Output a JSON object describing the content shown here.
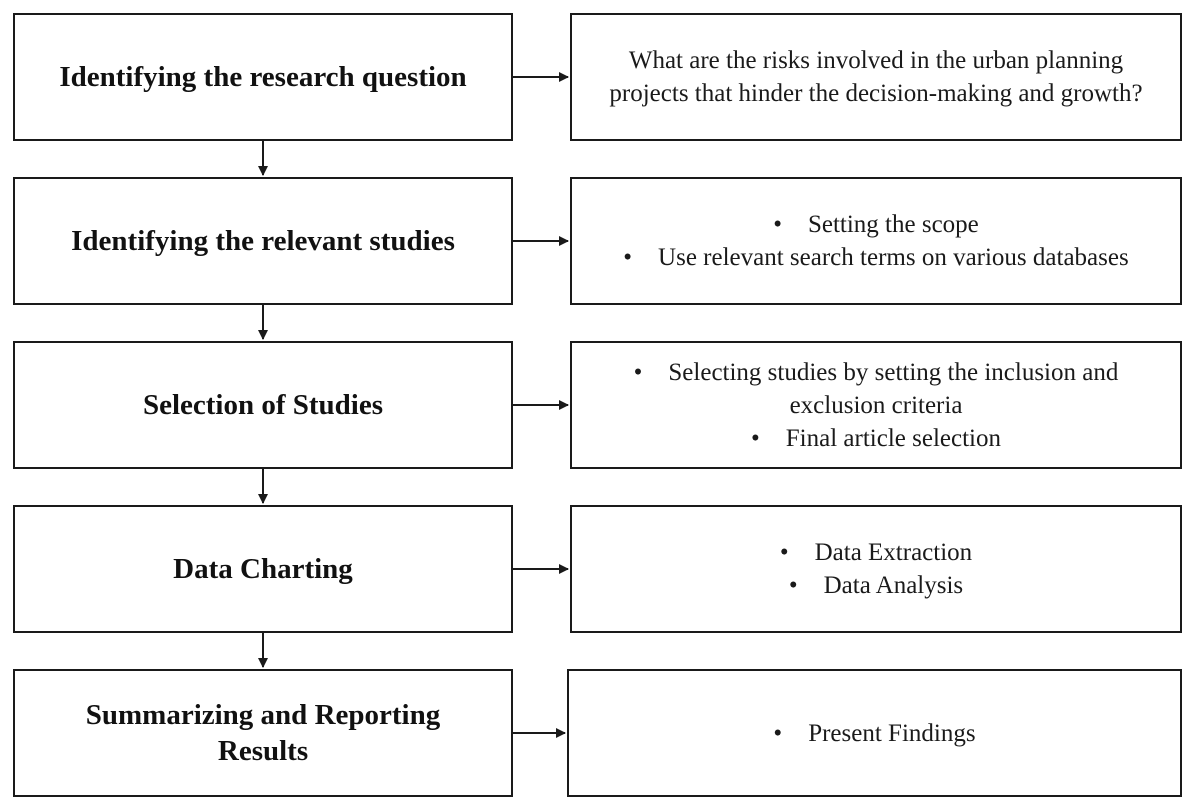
{
  "steps": [
    {
      "title": "Identifying the research question",
      "detail_text": "What are the risks involved in the urban planning projects that hinder the decision-making and growth?",
      "bullets": []
    },
    {
      "title": "Identifying the relevant studies",
      "detail_text": "",
      "bullets": [
        "Setting the scope",
        "Use relevant search terms on various databases"
      ]
    },
    {
      "title": "Selection of Studies",
      "detail_text": "",
      "bullets": [
        "Selecting studies by setting the inclusion and exclusion criteria",
        "Final article selection"
      ]
    },
    {
      "title": "Data Charting",
      "detail_text": "",
      "bullets": [
        "Data Extraction",
        "Data Analysis"
      ]
    },
    {
      "title": "Summarizing and Reporting Results",
      "detail_text": "",
      "bullets": [
        "Present Findings"
      ]
    }
  ],
  "bullet_glyph": "•",
  "colors": {
    "border": "#1a1a1a",
    "text": "#111111",
    "background": "#ffffff"
  }
}
